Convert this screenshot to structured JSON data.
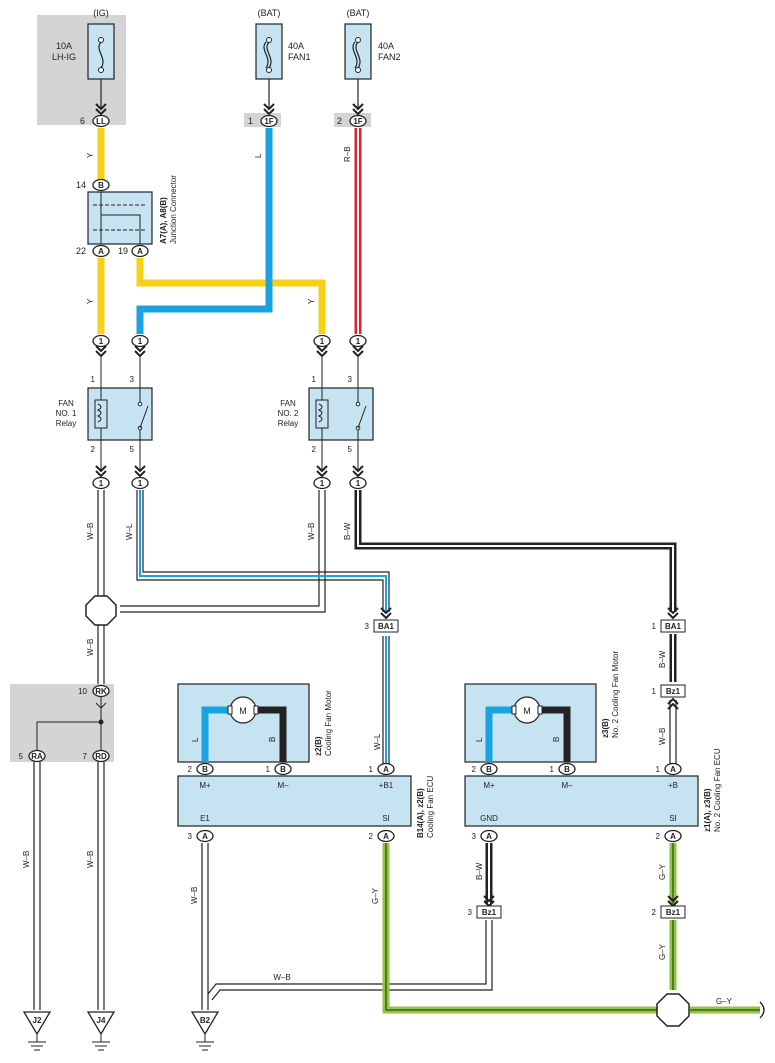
{
  "sources": {
    "ig": {
      "label": "(IG)",
      "fuse_amp": "10A",
      "fuse_name": "LH-IG",
      "pin": "6",
      "conn": "LL"
    },
    "bat1": {
      "label": "(BAT)",
      "fuse_amp": "40A",
      "fuse_name": "FAN1",
      "pin": "1",
      "conn": "1F"
    },
    "bat2": {
      "label": "(BAT)",
      "fuse_amp": "40A",
      "fuse_name": "FAN2",
      "pin": "2",
      "conn": "1F"
    }
  },
  "junction": {
    "name_bold": "A7(A), A8(B)",
    "name": "Junction Connector",
    "pin_top": "14",
    "conn_top": "B",
    "pin_left": "22",
    "conn_left": "A",
    "pin_right": "19",
    "conn_right": "A"
  },
  "wire_colors": {
    "y": "Y",
    "l": "L",
    "rb": "R–B",
    "wb": "W–B",
    "wl": "W–L",
    "bw": "B–W",
    "gy": "G–Y"
  },
  "relay1": {
    "line1": "FAN",
    "line2": "NO. 1",
    "line3": "Relay",
    "p1": "1",
    "p2": "2",
    "p3": "3",
    "p5": "5",
    "conn": "1"
  },
  "relay2": {
    "line1": "FAN",
    "line2": "NO. 2",
    "line3": "Relay",
    "p1": "1",
    "p2": "2",
    "p3": "3",
    "p5": "5",
    "conn": "1"
  },
  "connectors": {
    "ba1_left": {
      "pin": "3",
      "name": "BA1"
    },
    "ba1_right": {
      "pin": "1",
      "name": "BA1"
    },
    "bz1_top": {
      "pin": "1",
      "name": "Bz1"
    },
    "bz1_gnd": {
      "pin": "3",
      "name": "Bz1"
    },
    "bz1_si": {
      "pin": "2",
      "name": "Bz1"
    }
  },
  "junction_block": {
    "rk_pin": "10",
    "rk": "RK",
    "ra_pin": "5",
    "ra": "RA",
    "rd_pin": "7",
    "rd": "RD"
  },
  "motor1": {
    "bold": "z2(B)",
    "name": "Cooling Fan Motor",
    "symbol": "M",
    "wire_l": "L",
    "wire_b": "B"
  },
  "motor2": {
    "bold": "z3(B)",
    "name": "No. 2 Cooling Fan Motor",
    "symbol": "M",
    "wire_l": "L",
    "wire_b": "B"
  },
  "ecu1": {
    "bold": "B14(A), z2(B)",
    "name": "Cooling Fan ECU",
    "mplus": "M+",
    "mminus": "M–",
    "b1": "+B1",
    "e1": "E1",
    "si": "SI",
    "p_mplus": "2",
    "c_mplus": "B",
    "p_mminus": "1",
    "c_mminus": "B",
    "p_b1": "1",
    "c_b1": "A",
    "p_e1": "3",
    "c_e1": "A",
    "p_si": "2",
    "c_si": "A"
  },
  "ecu2": {
    "bold": "z1(A), z3(B)",
    "name": "No. 2 Cooling Fan ECU",
    "mplus": "M+",
    "mminus": "M–",
    "b": "+B",
    "gnd": "GND",
    "si": "SI",
    "p_mplus": "2",
    "c_mplus": "B",
    "p_mminus": "1",
    "c_mminus": "B",
    "p_b": "1",
    "c_b": "A",
    "p_gnd": "3",
    "c_gnd": "A",
    "p_si": "2",
    "c_si": "A"
  },
  "grounds": {
    "j2": "J2",
    "j4": "J4",
    "b2": "B2"
  },
  "colors": {
    "yellow": "#f7d117",
    "blue": "#1aa3e0",
    "red": "#d9262a",
    "green": "#8dc63f",
    "box": "#c6e3f2",
    "gray": "#d4d4d4"
  }
}
